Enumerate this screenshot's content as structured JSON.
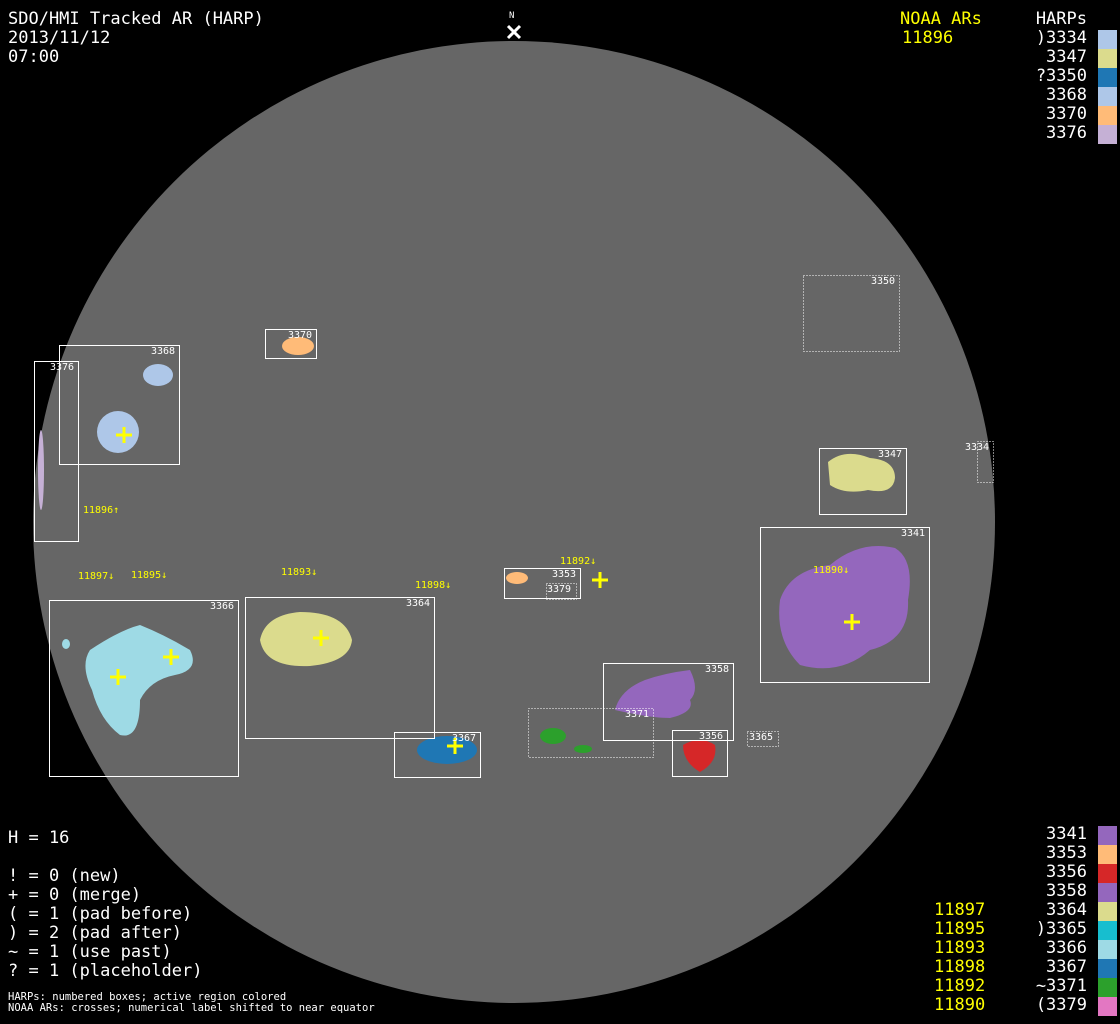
{
  "header": {
    "title": "SDO/HMI Tracked AR (HARP)",
    "date": "2013/11/12",
    "time": "07:00",
    "north": "N"
  },
  "noaa_header": "NOAA ARs",
  "harps_header": "HARPs",
  "top_noaa": [
    "11896"
  ],
  "top_harps": [
    {
      "label": ")3334",
      "color": "#aec7e8"
    },
    {
      "label": "3347",
      "color": "#dbdb8d"
    },
    {
      "label": "?3350",
      "color": "#1f77b4"
    },
    {
      "label": "3368",
      "color": "#aec7e8"
    },
    {
      "label": "3370",
      "color": "#ffbb78"
    },
    {
      "label": "3376",
      "color": "#c5b0d5"
    }
  ],
  "bottom_noaa": [
    "11897",
    "11895",
    "11893",
    "11898",
    "11892",
    "11890"
  ],
  "bottom_harps": [
    {
      "label": "3341",
      "color": "#9467bd"
    },
    {
      "label": "3353",
      "color": "#ffbb78"
    },
    {
      "label": "3356",
      "color": "#d62728"
    },
    {
      "label": "3358",
      "color": "#9467bd"
    },
    {
      "label": "3364",
      "color": "#dbdb8d"
    },
    {
      "label": ")3365",
      "color": "#17becf"
    },
    {
      "label": "3366",
      "color": "#9edae5"
    },
    {
      "label": "3367",
      "color": "#1f77b4"
    },
    {
      "label": "~3371",
      "color": "#2ca02c"
    },
    {
      "label": "(3379",
      "color": "#e377c2"
    }
  ],
  "stats": {
    "h": "H = 16",
    "lines": [
      "! = 0 (new)",
      "+ = 0 (merge)",
      "( = 1 (pad before)",
      ") = 2 (pad after)",
      "~ = 1 (use past)",
      "? = 1 (placeholder)"
    ]
  },
  "footnotes": [
    "HARPs: numbered boxes; active region colored",
    "NOAA ARs: crosses; numerical label shifted to near equator"
  ],
  "box_labels": [
    "3376",
    "3368",
    "3370",
    "3350",
    "3334",
    "3347",
    "3341",
    "3353",
    "3379",
    "3366",
    "3364",
    "3367",
    "3371",
    "3358",
    "3356",
    "3365"
  ],
  "noaa_labels": [
    "11896↑",
    "11897↓",
    "11895↓",
    "11893↓",
    "11898↓",
    "11892↓",
    "11890↓"
  ]
}
